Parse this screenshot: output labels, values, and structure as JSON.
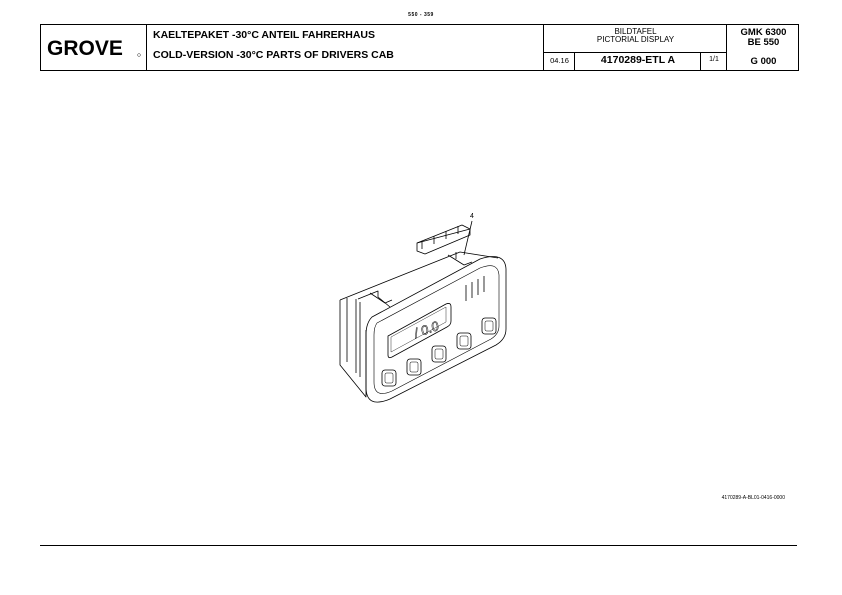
{
  "page_number": "550 - 359",
  "header": {
    "logo_text": "GROVE",
    "title_de": "KAELTEPAKET -30°C ANTEIL FAHRERHAUS",
    "title_en": "COLD-VERSION -30°C PARTS OF DRIVERS CAB",
    "display_type_de": "BILDTAFEL",
    "display_type_en": "PICTORIAL DISPLAY",
    "date": "04.16",
    "document_number": "4170289-ETL A",
    "sheet": "1/1",
    "model_line1": "GMK 6300",
    "model_line2": "BE 550",
    "model_code": "G 000"
  },
  "drawing": {
    "part_callout": "4"
  },
  "figure_ref": "4170289-A-BL01-0416-0000"
}
